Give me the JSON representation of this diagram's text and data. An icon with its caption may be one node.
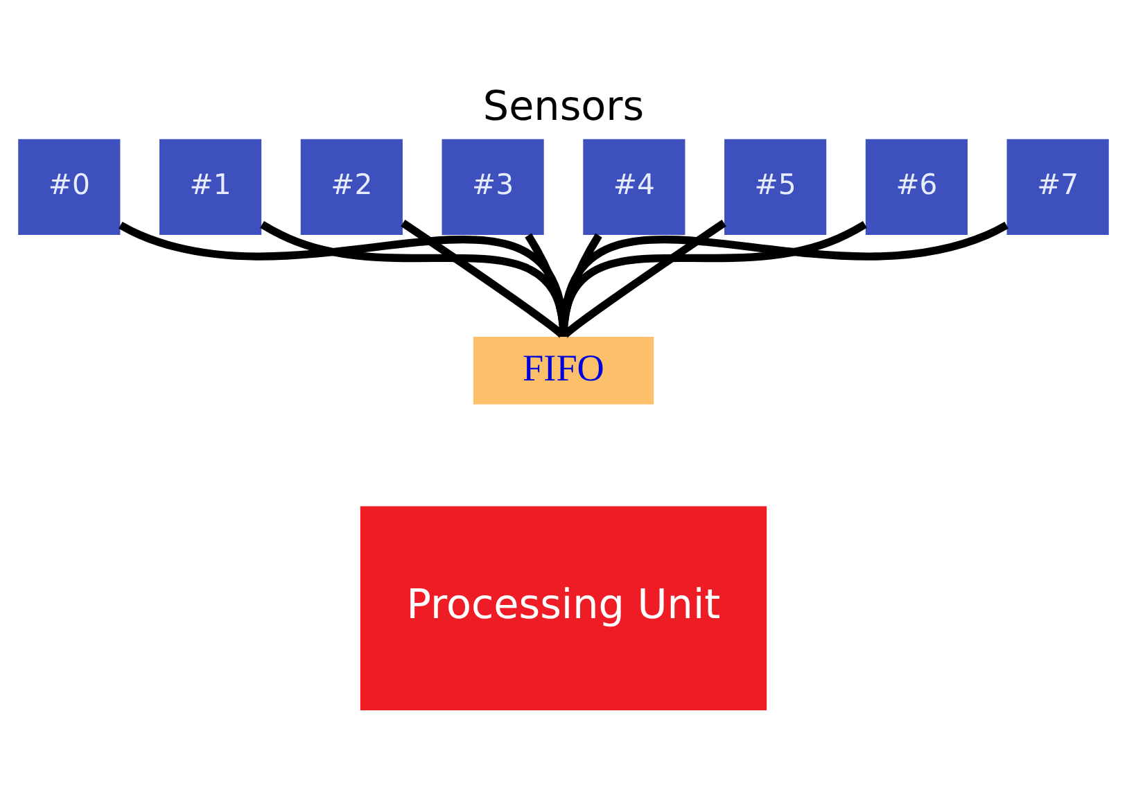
{
  "diagram": {
    "title": "Sensors",
    "nodes": [
      {
        "text": [
          "#0"
        ]
      },
      {
        "text": [
          "#1"
        ]
      },
      {
        "text": [
          "#2"
        ]
      },
      {
        "text": [
          "#3"
        ]
      },
      {
        "text": [
          "#4"
        ]
      },
      {
        "text": [
          "#5"
        ]
      },
      {
        "text": [
          "#6"
        ]
      },
      {
        "text": [
          "#7"
        ]
      },
      {
        "text": [
          "FIFO"
        ]
      },
      {
        "text": [
          "Processing Unit"
        ]
      }
    ],
    "edges": [
      {
        "from": 0,
        "to": 8,
        "arrow": "none"
      },
      {
        "from": 1,
        "to": 8,
        "arrow": "none"
      },
      {
        "from": 2,
        "to": 8,
        "arrow": "none"
      },
      {
        "from": 3,
        "to": 8,
        "arrow": "none"
      },
      {
        "from": 4,
        "to": 8,
        "arrow": "none"
      },
      {
        "from": 5,
        "to": 8,
        "arrow": "none"
      },
      {
        "from": 6,
        "to": 8,
        "arrow": "none"
      },
      {
        "from": 7,
        "to": 8,
        "arrow": "none"
      }
    ]
  }
}
